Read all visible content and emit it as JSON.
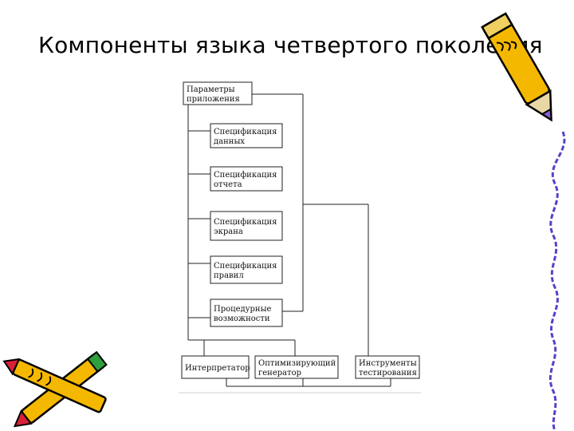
{
  "slide": {
    "title": "Компоненты языка четвертого поколения"
  },
  "diagram": {
    "boxes": [
      {
        "id": "app-params",
        "lines": [
          "Параметры",
          "приложения"
        ]
      },
      {
        "id": "data-spec",
        "lines": [
          "Спецификация",
          "данных"
        ]
      },
      {
        "id": "report-spec",
        "lines": [
          "Спецификация",
          "отчета"
        ]
      },
      {
        "id": "screen-spec",
        "lines": [
          "Спецификация",
          "экрана"
        ]
      },
      {
        "id": "rules-spec",
        "lines": [
          "Спецификация",
          "правил"
        ]
      },
      {
        "id": "procedural",
        "lines": [
          "Процедурные",
          "возможности"
        ]
      },
      {
        "id": "interpreter",
        "lines": [
          "Интерпретатор"
        ]
      },
      {
        "id": "optimizing-generator",
        "lines": [
          "Оптимизирующий",
          "генератор"
        ]
      },
      {
        "id": "testing-tools",
        "lines": [
          "Инструменты",
          "тестирования"
        ]
      }
    ]
  },
  "decor": {
    "top_right": "pencil-icon",
    "bottom_left": "crossed-pencils-icon",
    "right_edge": "wavy-line"
  },
  "colors": {
    "pencil_body": "#f5b800",
    "pencil_outline": "#000000",
    "pencil_tip": "#8a5fd6",
    "crossed_tip": "#d8223a",
    "crossed_cap": "#2f9e3d",
    "wavy_line": "#5a3fc8"
  }
}
